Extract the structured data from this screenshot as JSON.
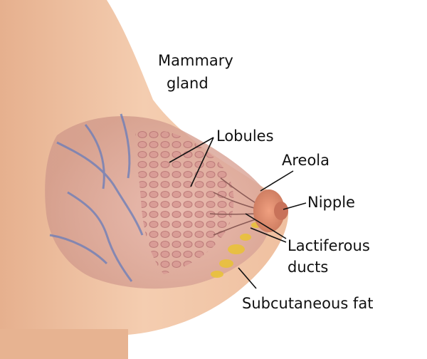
{
  "labels": {
    "mammary_gland_line1": "Mammary",
    "mammary_gland_line2": "gland",
    "lobules": "Lobules",
    "areola": "Areola",
    "nipple": "Nipple",
    "lactiferous_line1": "Lactiferous",
    "lactiferous_line2": "ducts",
    "subcutaneous_fat": "Subcutaneous fat"
  },
  "colors": {
    "skin": "#f2c7a6",
    "skin_shadow": "#d9a27f",
    "tissue": "#dca79a",
    "lobule": "#c98a86",
    "areola": "#d98a6e",
    "vein": "#6f7fb8",
    "fat": "#e9c23a",
    "line": "#111111"
  }
}
